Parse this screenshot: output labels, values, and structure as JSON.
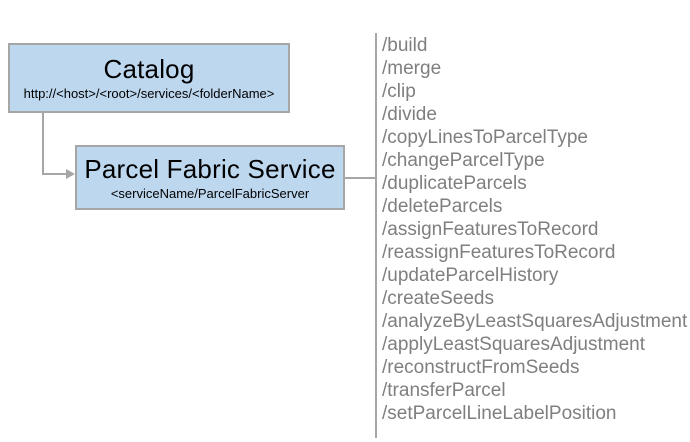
{
  "diagram": {
    "catalog_box": {
      "title": "Catalog",
      "subtitle": "http://<host>/<root>/services/<folderName>"
    },
    "service_box": {
      "title": "Parcel Fabric Service",
      "subtitle": "<serviceName/ParcelFabricServer"
    },
    "endpoints": [
      "/build",
      "/merge",
      "/clip",
      "/divide",
      "/copyLinesToParcelType",
      "/changeParcelType",
      "/duplicateParcels",
      "/deleteParcels",
      "/assignFeaturesToRecord",
      "/reassignFeaturesToRecord",
      "/updateParcelHistory",
      "/createSeeds",
      "/analyzeByLeastSquaresAdjustment",
      "/applyLeastSquaresAdjustment",
      "/reconstructFromSeeds",
      "/transferParcel",
      "/setParcelLineLabelPosition"
    ],
    "colors": {
      "box_fill": "#bdd7ee",
      "box_border": "#a6a6a6",
      "box_text": "#000000",
      "connector": "#a6a6a6",
      "endpoint_text": "#7f7f7f"
    }
  }
}
